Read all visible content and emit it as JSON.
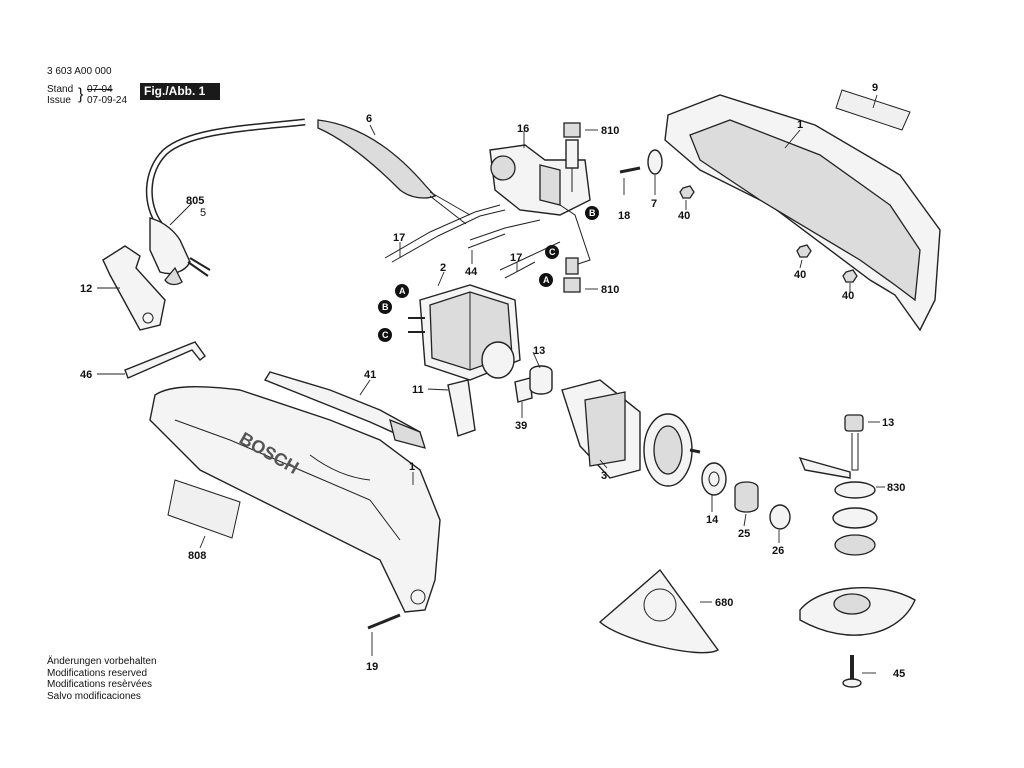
{
  "header": {
    "doc_number": "3 603 A00 000",
    "stand_label": "Stand",
    "stand_date": "07-04",
    "issue_label": "Issue",
    "issue_date": "07-09-24",
    "fig_label": "Fig./Abb. 1"
  },
  "brand_on_housing": "BOSCH",
  "callouts": {
    "p1_housing_cover": "1",
    "p9": "9",
    "p6": "6",
    "p16": "16",
    "p810_top": "810",
    "p805": "805",
    "p5": "5",
    "p18": "18",
    "p7": "7",
    "p40_a": "40",
    "p40_b": "40",
    "p40_c": "40",
    "p12": "12",
    "p17_a": "17",
    "p17_b": "17",
    "p44": "44",
    "p2": "2",
    "p810_bottom": "810",
    "p46": "46",
    "p41": "41",
    "p13_a": "13",
    "p11": "11",
    "p39": "39",
    "p13_b": "13",
    "p3": "3",
    "p1_housing": "1",
    "p830": "830",
    "p14": "14",
    "p25": "25",
    "p26": "26",
    "p808": "808",
    "p680": "680",
    "p19": "19",
    "p45": "45"
  },
  "markers": {
    "a_1": "A",
    "b_1": "B",
    "c_1": "C",
    "a_2": "A",
    "b_2": "B",
    "c_2": "C"
  },
  "footer": {
    "lines": [
      "Änderungen vorbehalten",
      "Modifications reserved",
      "Modifications resèrvées",
      "Salvo modificaciones"
    ]
  }
}
